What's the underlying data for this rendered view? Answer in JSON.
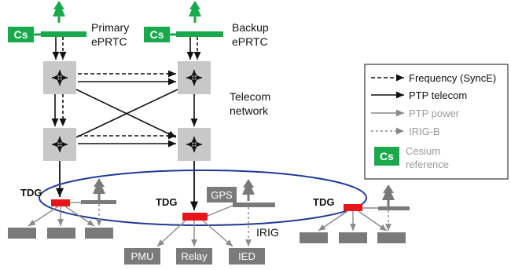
{
  "labels": {
    "primary_line1": "Primary",
    "primary_line2": "ePRTC",
    "backup_line1": "Backup",
    "backup_line2": "ePRTC",
    "telecom_line1": "Telecom",
    "telecom_line2": "network",
    "tdg": "TDG",
    "irig": "IRIG"
  },
  "cesium_label": "Cs",
  "devices": {
    "gps": "GPS",
    "pmu": "PMU",
    "relay": "Relay",
    "ied": "IED"
  },
  "legend": {
    "frequency": "Frequency (SyncE)",
    "ptp_telecom": "PTP telecom",
    "ptp_power": "PTP power",
    "irig_b": "IRIG-B",
    "cesium_line1": "Cesium",
    "cesium_line2": "reference"
  },
  "colors": {
    "cesium_green": "#1aa84c",
    "switch_gray": "#c8c8c8",
    "device_gray": "#7a7a7a",
    "tdg_red": "#e8141c",
    "ring_blue": "#1f3a93"
  },
  "icons": [
    "antenna-icon",
    "switch-arrows-icon"
  ]
}
